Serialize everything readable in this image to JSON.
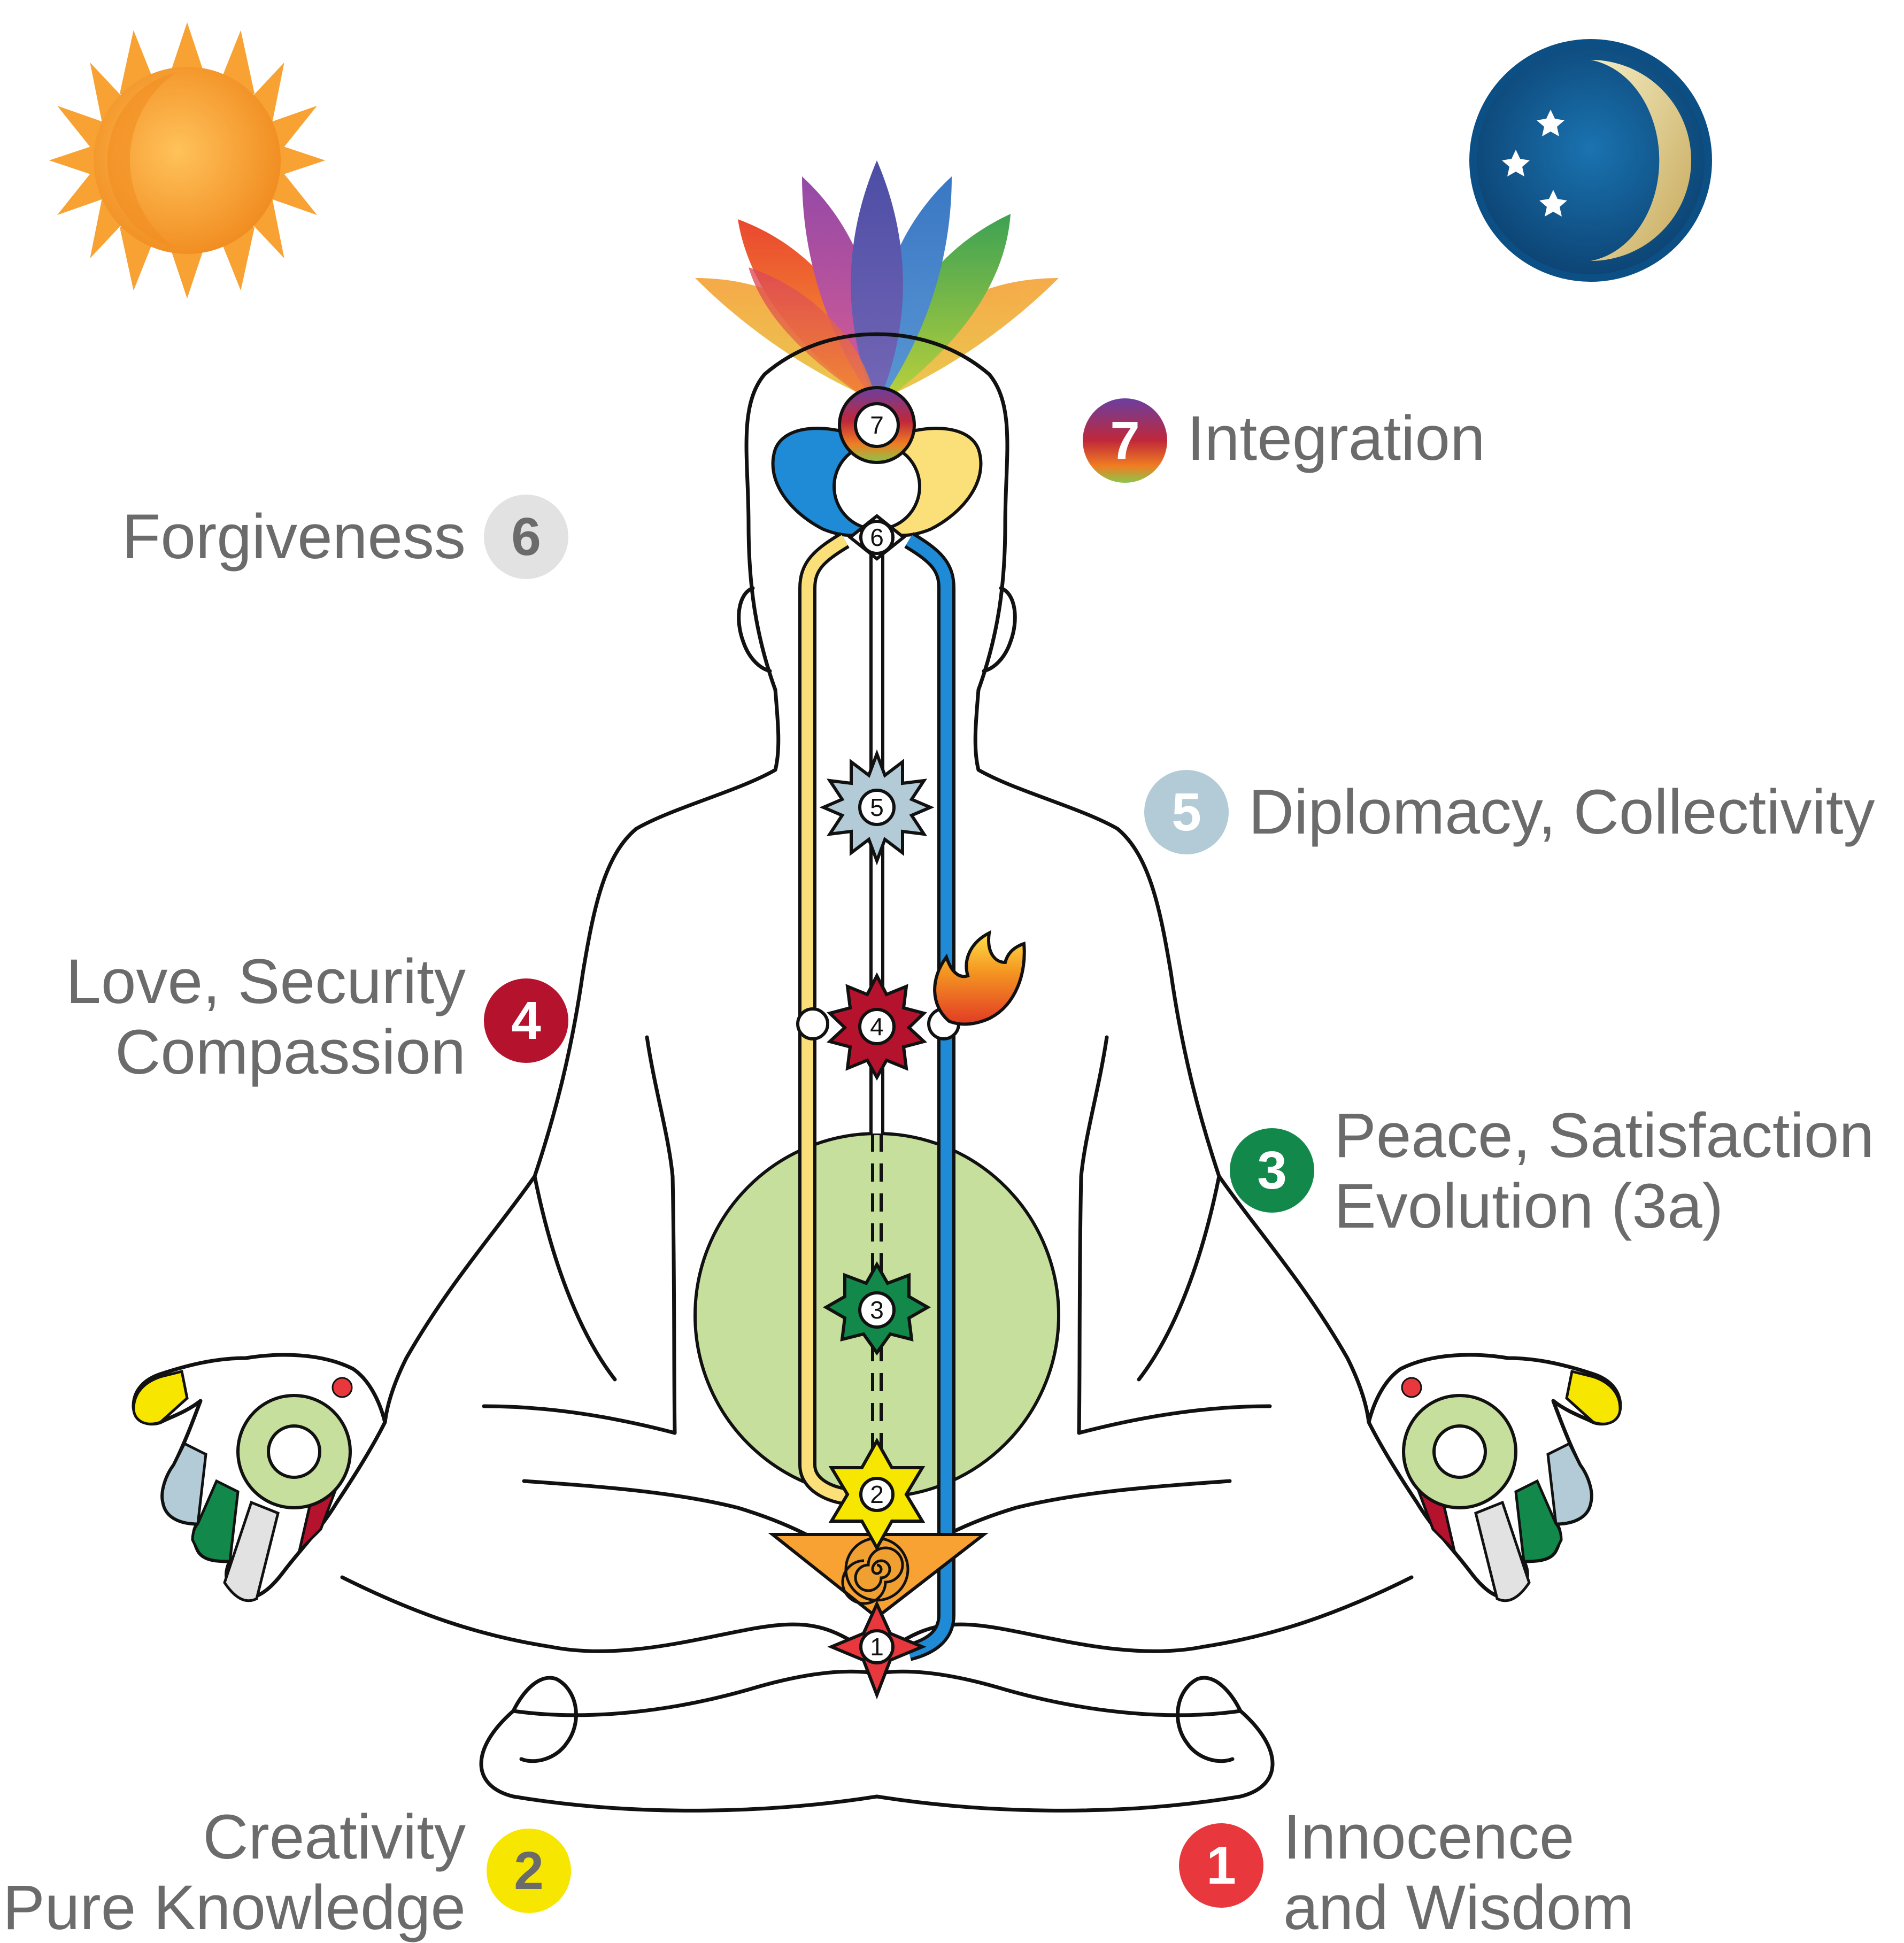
{
  "chakras": [
    {
      "num": "1",
      "line1": "Innocence",
      "line2": "and Wisdom",
      "color": "#e8383d"
    },
    {
      "num": "2",
      "line1": "Creativity",
      "line2": "Pure Knowledge",
      "color": "#f6e600"
    },
    {
      "num": "3",
      "line1": "Peace, Satisfaction",
      "line2": "Evolution (3a)",
      "color": "#12894a"
    },
    {
      "num": "4",
      "line1": "Love, Security",
      "line2": "Compassion",
      "color": "#b5122e"
    },
    {
      "num": "5",
      "line1": "Diplomacy, Collectivity",
      "line2": "",
      "color": "#b3cbd6"
    },
    {
      "num": "6",
      "line1": "Forgiveness",
      "line2": "",
      "color": "#e2e2e2"
    },
    {
      "num": "7",
      "line1": "Integration",
      "line2": "",
      "color": "#7a3f8c"
    }
  ],
  "colors": {
    "left_channel": "#fbe07a",
    "right_channel": "#1f8ad6",
    "void": "#c6df9c",
    "sun": "#f7a233",
    "moon_bg": "#0d5c93",
    "moon_crescent": "#ece3ad",
    "outline": "#111111"
  },
  "icons": [
    "sun-icon",
    "moon-icon",
    "lotus-icon",
    "flame-icon",
    "spiral-icon"
  ]
}
